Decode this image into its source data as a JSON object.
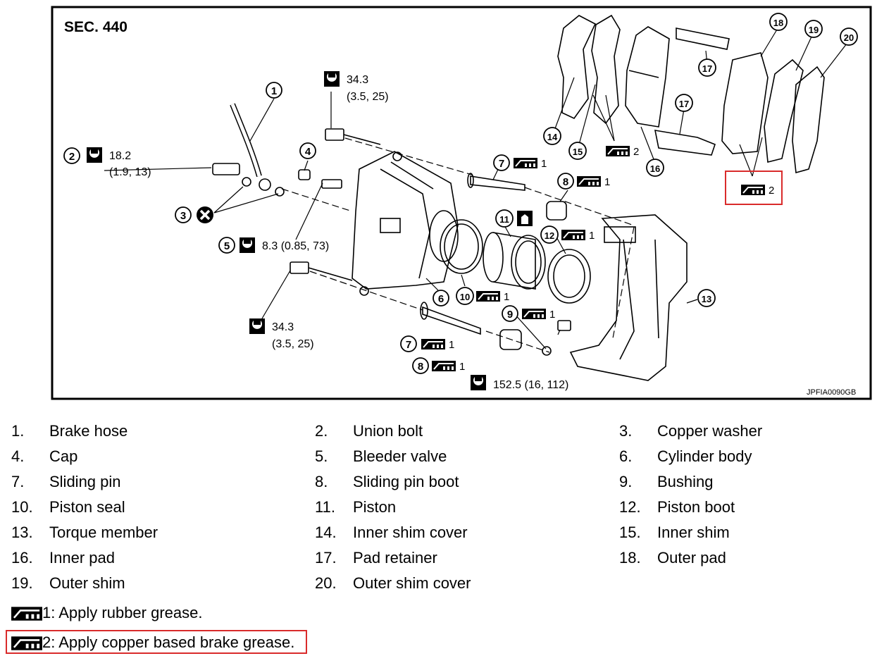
{
  "diagram": {
    "section_title": "SEC. 440",
    "figure_code": "JPFIA0090GB",
    "torque_top": [
      "34.3",
      "(3.5, 25)"
    ],
    "torque_union": [
      "18.2",
      "(1.9, 13)"
    ],
    "torque_bleeder": "8.3 (0.85, 73)",
    "torque_lower": [
      "34.3",
      "(3.5, 25)"
    ],
    "torque_bottom": "152.5 (16, 112)",
    "grease1": "1",
    "grease2": "2",
    "callouts": [
      "1",
      "2",
      "3",
      "4",
      "5",
      "6",
      "7",
      "8",
      "9",
      "10",
      "11",
      "12",
      "13",
      "14",
      "15",
      "16",
      "17",
      "18",
      "19",
      "20"
    ]
  },
  "parts": [
    {
      "num": "1.",
      "name": "Brake hose"
    },
    {
      "num": "2.",
      "name": "Union bolt"
    },
    {
      "num": "3.",
      "name": "Copper washer"
    },
    {
      "num": "4.",
      "name": "Cap"
    },
    {
      "num": "5.",
      "name": "Bleeder valve"
    },
    {
      "num": "6.",
      "name": "Cylinder body"
    },
    {
      "num": "7.",
      "name": "Sliding pin"
    },
    {
      "num": "8.",
      "name": "Sliding pin boot"
    },
    {
      "num": "9.",
      "name": "Bushing"
    },
    {
      "num": "10.",
      "name": "Piston seal"
    },
    {
      "num": "11.",
      "name": "Piston"
    },
    {
      "num": "12.",
      "name": "Piston boot"
    },
    {
      "num": "13.",
      "name": "Torque member"
    },
    {
      "num": "14.",
      "name": "Inner shim cover"
    },
    {
      "num": "15.",
      "name": "Inner shim"
    },
    {
      "num": "16.",
      "name": "Inner pad"
    },
    {
      "num": "17.",
      "name": "Pad retainer"
    },
    {
      "num": "18.",
      "name": "Outer pad"
    },
    {
      "num": "19.",
      "name": "Outer shim"
    },
    {
      "num": "20.",
      "name": "Outer shim cover"
    }
  ],
  "notes": {
    "note1": "1: Apply rubber grease.",
    "note2": "2: Apply copper based brake grease."
  },
  "colors": {
    "highlight": "#d92b2b",
    "ink": "#000000"
  }
}
